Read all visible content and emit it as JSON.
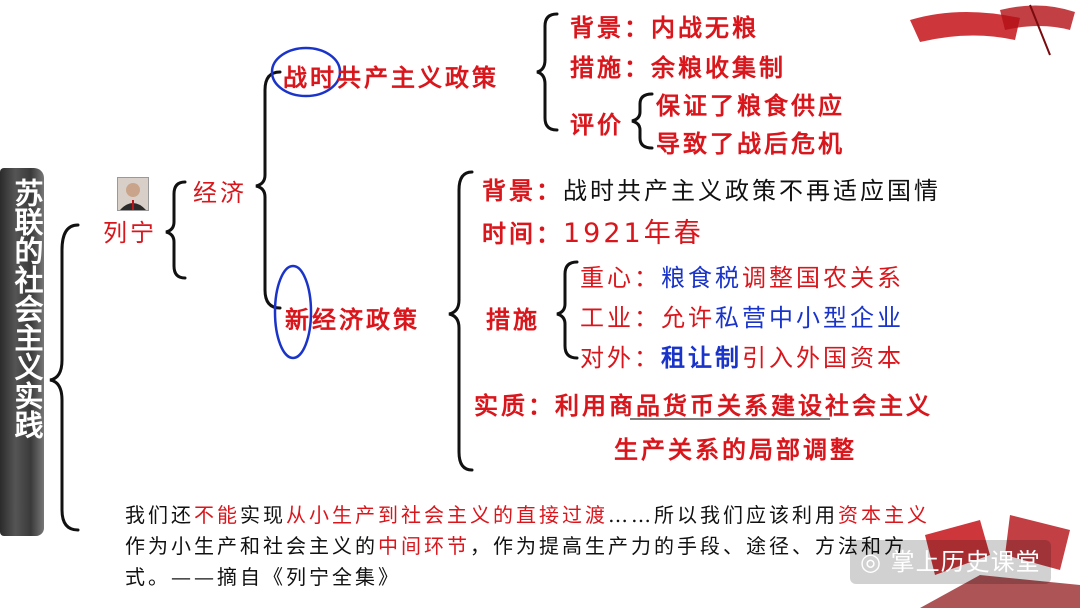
{
  "title_vertical": "苏联的社会主义实践",
  "lenin": "列宁",
  "economy": "经济",
  "war_communism": {
    "prefix": "战时",
    "rest": "共产主义政策",
    "background_label": "背景：",
    "background_value": "内战无粮",
    "measure_label": "措施：",
    "measure_value": "余粮收集制",
    "evaluation_label": "评价",
    "evaluation_items": [
      "保证了粮食供应",
      "导致了战后危机"
    ]
  },
  "nep": {
    "prefix": "新",
    "rest": "经济政策",
    "background_label": "背景：",
    "background_value": "战时共产主义政策不再适应国情",
    "time_label": "时间：",
    "time_value": "1921年春",
    "measures_label": "措施",
    "measures": [
      {
        "label": "重心：",
        "value_blue": "粮食税",
        "value_red": "调整国农关系"
      },
      {
        "label": "工业：",
        "value_red": "允许",
        "value_blue": "私营中小型企业"
      },
      {
        "label": "对外：",
        "value_blue": "租让制",
        "value_red": "引入外国资本"
      }
    ],
    "essence_label": "实质：",
    "essence_line1": "利用商品货币关系建设社会主义",
    "essence_line2": "生产关系的局部调整"
  },
  "quote": {
    "p1": "我们还",
    "p2": "不能",
    "p3": "实现",
    "p4": "从小生产到社会主义的直接过渡",
    "p5": "……所以我们应该利用",
    "p6": "资本主义",
    "p7": "作为小生产和社会主义的",
    "p8": "中间环节",
    "p9": "，作为提高生产力的手段、途径、方法和方式。——摘自《列宁全集》"
  },
  "watermark": "掌上历史课堂",
  "colors": {
    "red": "#d9161c",
    "blue": "#1a34c9",
    "black": "#111111"
  }
}
